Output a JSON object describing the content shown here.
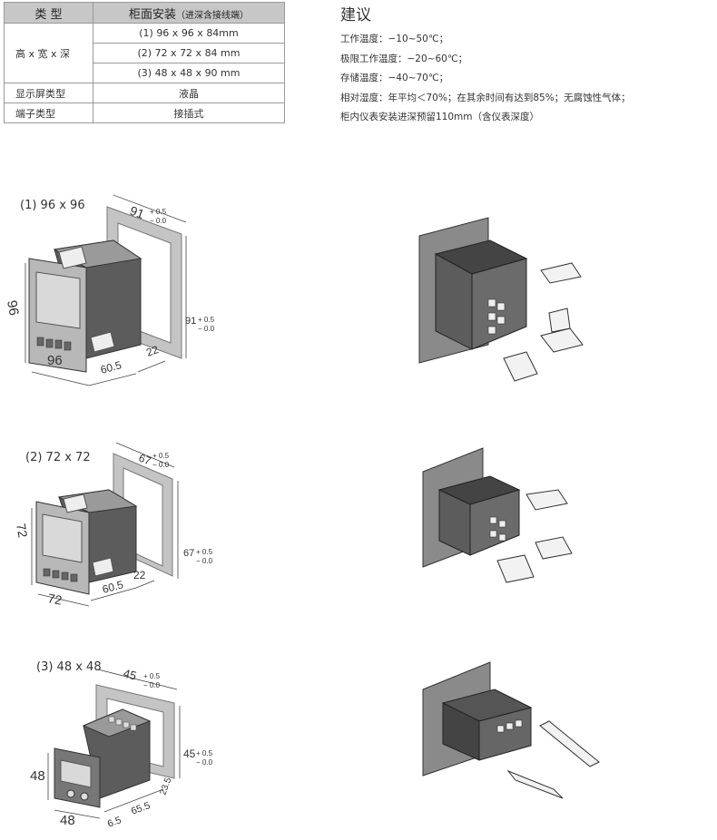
{
  "table": {
    "header": {
      "type": "类  型",
      "install": "柜面安装",
      "install_note": "（进深含接线端）"
    },
    "rows": {
      "size_label": "高 x 宽 x 深",
      "sizes": [
        "(1) 96 x 96 x 84mm",
        "(2) 72 x 72 x 84 mm",
        "(3) 48 x 48 x 90 mm"
      ],
      "display_label": "显示屏类型",
      "display_value": "液晶",
      "terminal_label": "端子类型",
      "terminal_value": "接插式"
    }
  },
  "advice": {
    "title": "建议",
    "lines": [
      "工作温度：−10~50℃；",
      "极限工作温度：−20~60℃；",
      "存储温度：−40~70℃；",
      "相对湿度：年平均＜70%；在其余时间有达到85%；无腐蚀性气体；",
      "柜内仪表安装进深预留110mm（含仪表深度）"
    ]
  },
  "figures": [
    {
      "label": "(1) 96 x 96",
      "cutout": "91",
      "tol_plus": "+ 0.5",
      "tol_zero": "− 0.0",
      "height": "96",
      "width": "96",
      "depth": "60.5",
      "terminal": "22"
    },
    {
      "label": "(2) 72 x 72",
      "cutout": "67",
      "tol_plus": "+ 0.5",
      "tol_zero": "− 0.0",
      "height": "72",
      "width": "72",
      "depth": "60.5",
      "terminal": "22"
    },
    {
      "label": "(3) 48 x 48",
      "cutout": "45",
      "tol_plus": "+ 0.5",
      "tol_zero": "− 0.0",
      "height": "48",
      "width": "48",
      "front": "6.5",
      "depth": "65.5",
      "terminal": "23.5"
    }
  ]
}
